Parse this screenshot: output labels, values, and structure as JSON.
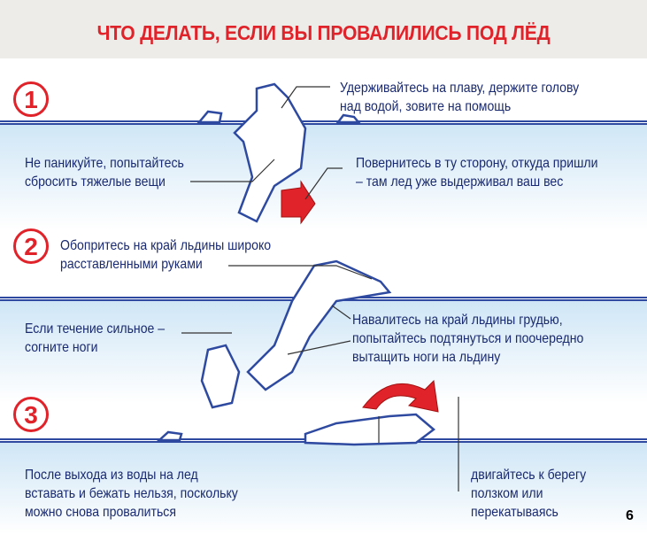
{
  "title": "ЧТО ДЕЛАТЬ, ЕСЛИ ВЫ ПРОВАЛИЛИСЬ ПОД ЛЁД",
  "steps": [
    {
      "number": "1",
      "texts": [
        "Удерживайтесь на плаву, держите голову",
        "над водой, зовите на помощь",
        "Не паникуйте, попытайтесь",
        "сбросить тяжелые вещи",
        "Повернитесь в ту сторону, откуда пришли",
        "– там лед уже выдерживал ваш вес"
      ]
    },
    {
      "number": "2",
      "texts": [
        "Обопритесь на край льдины широко",
        "расставленными руками",
        "Если течение сильное –",
        "согните ноги",
        "Навалитесь на край льдины грудью,",
        "попытайтесь подтянуться и поочередно",
        "вытащить ноги на льдину"
      ]
    },
    {
      "number": "3",
      "texts": [
        "После выхода из воды на лед",
        "вставать и бежать нельзя, поскольку",
        "можно снова провалиться",
        "двигайтесь к берегу",
        "ползком или",
        "перекатываясь"
      ]
    }
  ],
  "page_number": "6",
  "colors": {
    "accent": "#e0232a",
    "text": "#1a2a70",
    "ice": "#2e4aa0"
  }
}
